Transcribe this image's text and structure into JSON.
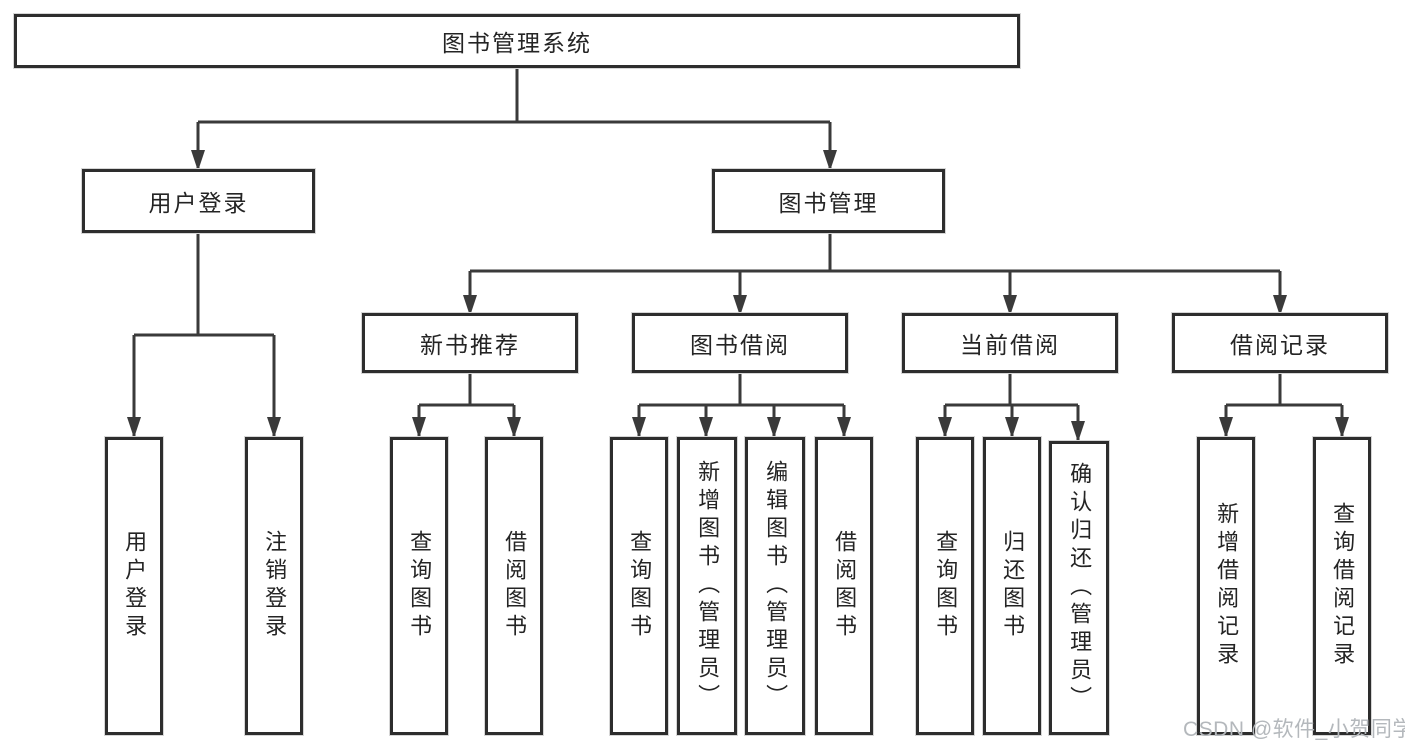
{
  "diagram": {
    "root": "图书管理系统",
    "level2": {
      "user_login": "用户登录",
      "book_management": "图书管理"
    },
    "level3": {
      "new_books": "新书推荐",
      "book_borrowing": "图书借阅",
      "current_borrowing": "当前借阅",
      "borrow_records": "借阅记录"
    },
    "level4": {
      "user_login": [
        "用户登录",
        "注销登录"
      ],
      "new_books": [
        "查询图书",
        "借阅图书"
      ],
      "book_borrowing": [
        "查询图书",
        "新增图书（管理员）",
        "编辑图书（管理员）",
        "借阅图书"
      ],
      "current_borrowing": [
        "查询图书",
        "归还图书",
        "确认归还（管理员）"
      ],
      "borrow_records": [
        "新增借阅记录",
        "查询借阅记录"
      ]
    }
  },
  "watermark": "CSDN @软件_小贺同学",
  "colors": {
    "line": "#3a3a3a",
    "box_border": "#2d2d2d",
    "text": "#242424",
    "watermark_text": "#b4b8bc",
    "background": "#ffffff"
  }
}
